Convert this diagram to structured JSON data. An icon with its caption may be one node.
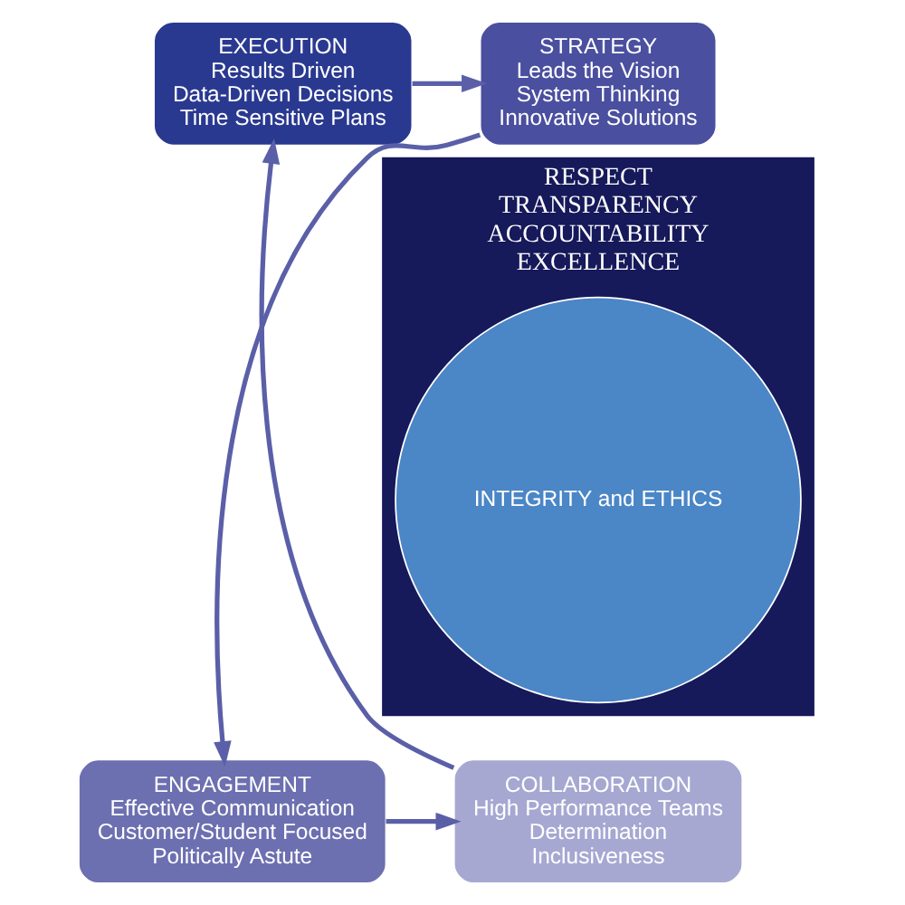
{
  "diagram": {
    "nodes": [
      {
        "text": [
          "RESPECT",
          "TRANSPARENCY",
          "ACCOUNTABILITY",
          "EXCELLENCE"
        ]
      },
      {
        "text": [
          "INTEGRITY and ETHICS"
        ],
        "in": 0
      },
      {
        "text": [
          "EXECUTION",
          "Results Driven",
          "Data-Driven Decisions",
          "Time Sensitive Plans"
        ]
      },
      {
        "text": [
          "STRATEGY",
          "Leads the Vision",
          "System Thinking",
          "Innovative Solutions"
        ]
      },
      {
        "text": [
          "COLLABORATION",
          "High Performance Teams",
          "Determination",
          "Inclusiveness"
        ]
      },
      {
        "text": [
          "ENGAGEMENT",
          "Effective Communication",
          "Customer/Student Focused",
          "Politically Astute"
        ]
      }
    ],
    "edges": [
      {
        "from": 2,
        "to": 3,
        "arrow": "to"
      },
      {
        "from": 3,
        "to": 5,
        "arrow": "to"
      },
      {
        "from": 5,
        "to": 4,
        "arrow": "to"
      },
      {
        "from": 4,
        "to": 2,
        "arrow": "to"
      }
    ]
  }
}
